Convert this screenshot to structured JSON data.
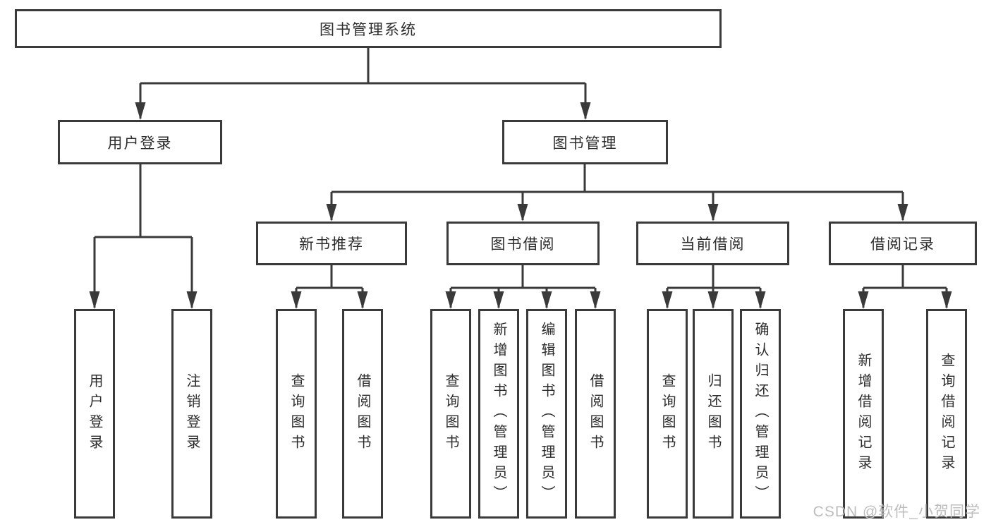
{
  "diagram": {
    "nodes": {
      "root": {
        "label": "图书管理系统"
      },
      "level2": [
        {
          "label": "用户登录"
        },
        {
          "label": "图书管理"
        }
      ],
      "level3": [
        {
          "label": "新书推荐"
        },
        {
          "label": "图书借阅"
        },
        {
          "label": "当前借阅"
        },
        {
          "label": "借阅记录"
        }
      ],
      "leaves": {
        "user_login": [
          {
            "label": "用户登录"
          },
          {
            "label": "注销登录"
          }
        ],
        "new_book_rec": [
          {
            "label": "查询图书"
          },
          {
            "label": "借阅图书"
          }
        ],
        "book_borrow": [
          {
            "label": "查询图书"
          },
          {
            "label": "新增图书（管理员）"
          },
          {
            "label": "编辑图书（管理员）"
          },
          {
            "label": "借阅图书"
          }
        ],
        "current_borrow": [
          {
            "label": "查询图书"
          },
          {
            "label": "归还图书"
          },
          {
            "label": "确认归还（管理员）"
          }
        ],
        "borrow_records": [
          {
            "label": "新增借阅记录"
          },
          {
            "label": "查询借阅记录"
          }
        ]
      }
    },
    "watermark": {
      "text": "CSDN @软件_小贺同学"
    },
    "colors": {
      "line": "#3a3a3a",
      "text": "#2d2d2d",
      "background": "#ffffff",
      "watermark": "#bdbdbd"
    }
  }
}
